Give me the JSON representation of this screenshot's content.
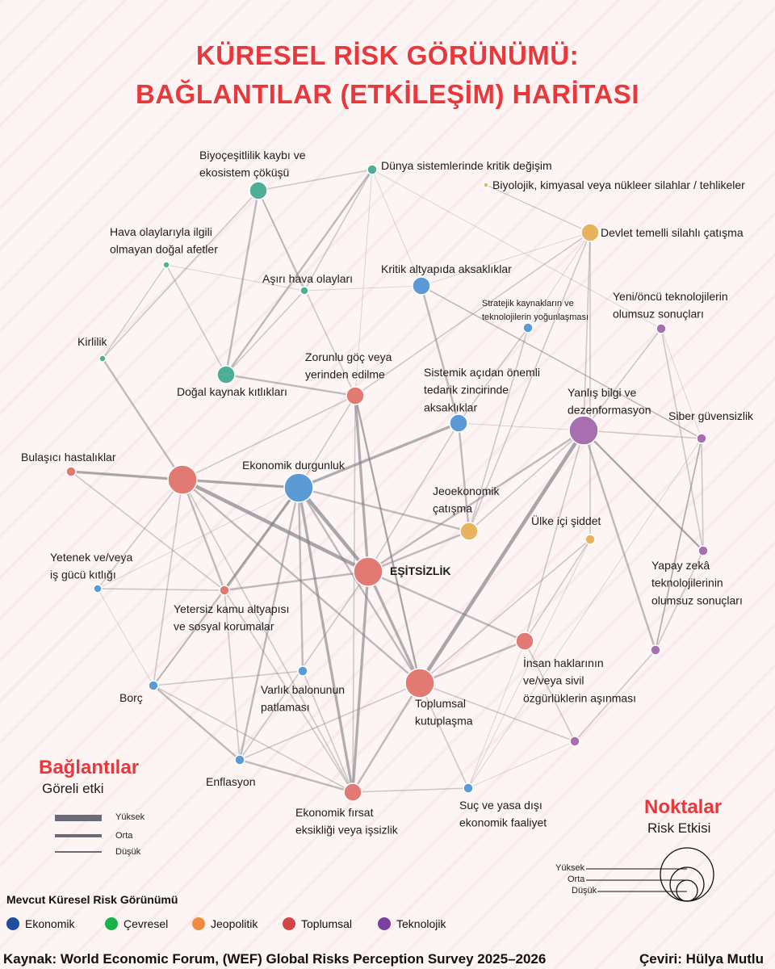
{
  "title": {
    "line1": "KÜRESEL RİSK GÖRÜNÜMÜ:",
    "line2": "BAĞLANTILAR (ETKİLEŞİM) HARİTASI"
  },
  "colors": {
    "economic": "#5a9bd5",
    "environmental": "#4caf96",
    "geopolitical": "#e8b35f",
    "societal": "#e07a72",
    "technological": "#a86fb0",
    "title_red": "#e8383b"
  },
  "nodes": [
    {
      "id": "biodiversity",
      "category": "environmental",
      "impact": "orta",
      "labels": [
        "Biyoçeşitlilik kaybı ve",
        "ekosistem çöküşü"
      ]
    },
    {
      "id": "earth_systems",
      "category": "environmental",
      "impact": "düşük",
      "labels": [
        "Dünya sistemlerinde kritik değişim"
      ]
    },
    {
      "id": "cbrn",
      "category": "geopolitical",
      "impact": "düşük",
      "labels": [
        "Biyolojik, kimyasal veya nükleer silahlar / tehlikeler"
      ]
    },
    {
      "id": "nonweather",
      "category": "environmental",
      "impact": "düşük",
      "labels": [
        "Hava olaylarıyla ilgili",
        "olmayan doğal afetler"
      ]
    },
    {
      "id": "state_conflict",
      "category": "geopolitical",
      "impact": "orta",
      "labels": [
        "Devlet temelli silahlı çatışma"
      ]
    },
    {
      "id": "critical_infra",
      "category": "economic",
      "impact": "orta",
      "labels": [
        "Kritik altyapıda aksaklıklar"
      ]
    },
    {
      "id": "extreme_weather",
      "category": "environmental",
      "impact": "düşük",
      "labels": [
        "Aşırı hava olayları"
      ]
    },
    {
      "id": "strategic_resources",
      "category": "economic",
      "impact": "düşük",
      "labels": [
        "Stratejik kaynakların ve",
        "teknolojilerin yoğunlaşması"
      ]
    },
    {
      "id": "frontier_tech",
      "category": "technological",
      "impact": "düşük",
      "labels": [
        "Yeni/öncü teknolojilerin",
        "olumsuz sonuçları"
      ]
    },
    {
      "id": "pollution",
      "category": "environmental",
      "impact": "düşük",
      "labels": [
        "Kirlilik"
      ]
    },
    {
      "id": "migration",
      "category": "societal",
      "impact": "orta",
      "labels": [
        "Zorunlu göç veya",
        "yerinden edilme"
      ]
    },
    {
      "id": "natural_resources",
      "category": "environmental",
      "impact": "orta",
      "labels": [
        "Doğal kaynak kıtlıkları"
      ]
    },
    {
      "id": "supply_chain",
      "category": "economic",
      "impact": "orta",
      "labels": [
        "Sistemik açıdan önemli",
        "tedarik zincirinde",
        "aksaklıklar"
      ]
    },
    {
      "id": "misinformation",
      "category": "technological",
      "impact": "yüksek",
      "labels": [
        "Yanlış bilgi ve",
        "dezenformasyon"
      ]
    },
    {
      "id": "cyber",
      "category": "technological",
      "impact": "düşük",
      "labels": [
        "Siber güvensizlik"
      ]
    },
    {
      "id": "infectious",
      "category": "societal",
      "impact": "düşük",
      "labels": [
        "Bulaşıcı hastalıklar"
      ]
    },
    {
      "id": "unlabeled_societal",
      "category": "societal",
      "impact": "yüksek",
      "labels": []
    },
    {
      "id": "downturn",
      "category": "economic",
      "impact": "yüksek",
      "labels": [
        "Ekonomik durgunluk"
      ]
    },
    {
      "id": "geoeconomic",
      "category": "geopolitical",
      "impact": "orta",
      "labels": [
        "Jeoekonomik",
        "çatışma"
      ]
    },
    {
      "id": "intrastate",
      "category": "geopolitical",
      "impact": "düşük",
      "labels": [
        "Ülke içi şiddet"
      ]
    },
    {
      "id": "ai",
      "category": "technological",
      "impact": "düşük",
      "labels": [
        "Yapay zekâ",
        "teknolojilerinin",
        "olumsuz sonuçları"
      ]
    },
    {
      "id": "talent",
      "category": "economic",
      "impact": "düşük",
      "labels": [
        "Yetenek ve/veya",
        "iş gücü kıtlığı"
      ]
    },
    {
      "id": "inequality",
      "category": "societal",
      "impact": "yüksek",
      "labels": [
        "EŞİTSİZLİK"
      ],
      "bold": true
    },
    {
      "id": "public_infra",
      "category": "societal",
      "impact": "düşük",
      "labels": [
        "Yetersiz kamu altyapısı",
        "ve sosyal korumalar"
      ]
    },
    {
      "id": "human_rights",
      "category": "societal",
      "impact": "orta",
      "labels": [
        "İnsan haklarının",
        "ve/veya sivil",
        "özgürlüklerin aşınması"
      ]
    },
    {
      "id": "tech_purple",
      "category": "technological",
      "impact": "düşük",
      "labels": []
    },
    {
      "id": "asset_bubble",
      "category": "economic",
      "impact": "düşük",
      "labels": [
        "Varlık balonunun",
        "patlaması"
      ]
    },
    {
      "id": "debt",
      "category": "economic",
      "impact": "düşük",
      "labels": [
        "Borç"
      ]
    },
    {
      "id": "polarization",
      "category": "societal",
      "impact": "yüksek",
      "labels": [
        "Toplumsal",
        "kutuplaşma"
      ]
    },
    {
      "id": "tech_purple2",
      "category": "technological",
      "impact": "düşük",
      "labels": []
    },
    {
      "id": "inflation",
      "category": "economic",
      "impact": "düşük",
      "labels": [
        "Enflasyon"
      ]
    },
    {
      "id": "unemployment",
      "category": "societal",
      "impact": "orta",
      "labels": [
        "Ekonomik fırsat",
        "eksikliği veya işsizlik"
      ]
    },
    {
      "id": "illicit",
      "category": "economic",
      "impact": "düşük",
      "labels": [
        "Suç ve yasa dışı",
        "ekonomik faaliyet"
      ]
    }
  ],
  "connections_legend": {
    "title": "Bağlantılar",
    "subtitle": "Göreli etki",
    "high": "Yüksek",
    "medium": "Orta",
    "low": "Düşük"
  },
  "nodes_legend": {
    "title": "Noktalar",
    "subtitle": "Risk Etkisi",
    "high": "Yüksek",
    "medium": "Orta",
    "low": "Düşük"
  },
  "categories": {
    "title": "Mevcut Küresel Risk Görünümü",
    "items": [
      {
        "label": "Ekonomik",
        "color": "#1f4e9e"
      },
      {
        "label": "Çevresel",
        "color": "#16b34a"
      },
      {
        "label": "Jeopolitik",
        "color": "#f08a3c"
      },
      {
        "label": "Toplumsal",
        "color": "#d64545"
      },
      {
        "label": "Teknolojik",
        "color": "#7b3fa0"
      }
    ]
  },
  "footer": {
    "source": "Kaynak: World Economic Forum, (WEF) Global Risks Perception Survey 2025–2026",
    "translator": "Çeviri: Hülya Mutlu"
  }
}
